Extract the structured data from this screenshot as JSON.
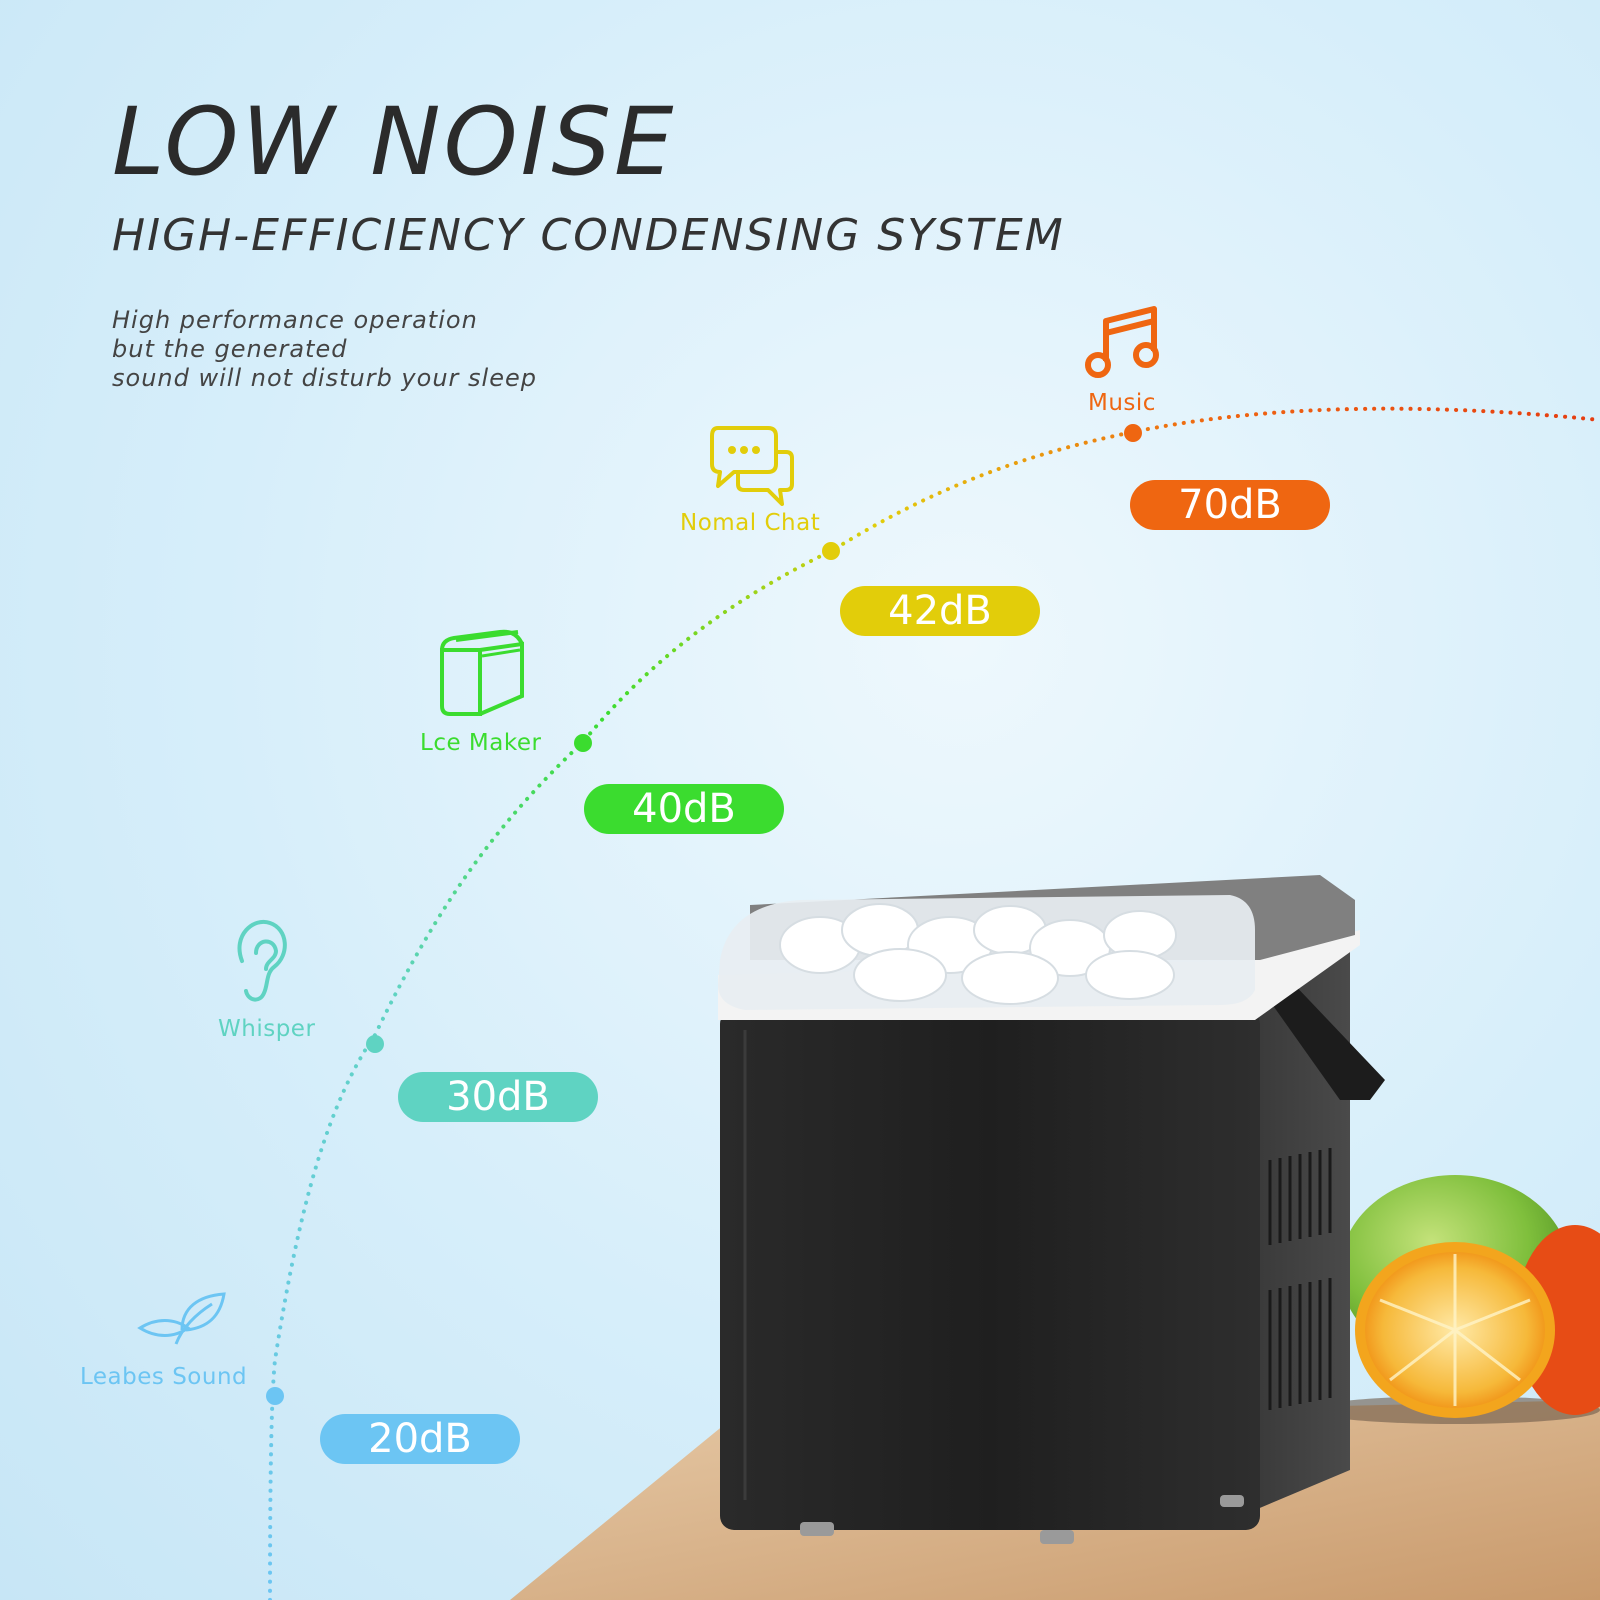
{
  "heading": {
    "title": "LOW NOISE",
    "subtitle": "HIGH-EFFICIENCY CONDENSING SYSTEM"
  },
  "description": [
    "High performance operation",
    "but the generated",
    "sound will not disturb your sleep"
  ],
  "levels": [
    {
      "label": "Leabes Sound",
      "value": "20dB",
      "icon": "leaf-icon",
      "color": "#6cc5f3"
    },
    {
      "label": "Whisper",
      "value": "30dB",
      "icon": "ear-icon",
      "color": "#5fd3c2"
    },
    {
      "label": "Lce Maker",
      "value": "40dB",
      "icon": "ice-maker-icon",
      "color": "#3bdc2f"
    },
    {
      "label": "Nomal Chat",
      "value": "42dB",
      "icon": "chat-bubbles-icon",
      "color": "#e2cd0a"
    },
    {
      "label": "Music",
      "value": "70dB",
      "icon": "music-note-icon",
      "color": "#ef6611"
    }
  ]
}
